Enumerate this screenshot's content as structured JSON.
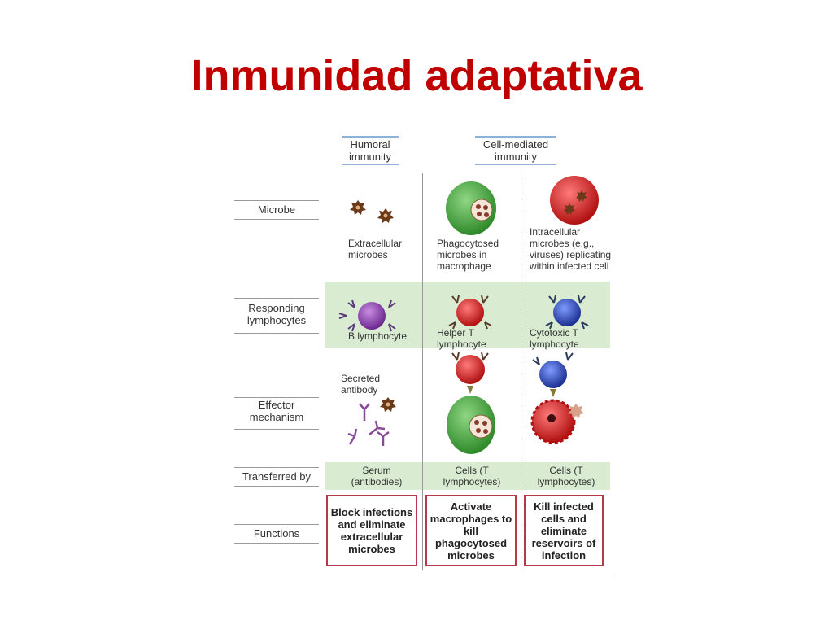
{
  "slide": {
    "title": "Inmunidad adaptativa"
  },
  "diagram": {
    "columns": {
      "humoral": "Humoral immunity",
      "cell_mediated": "Cell-mediated immunity"
    },
    "row_labels": {
      "microbe": "Microbe",
      "responding": "Responding lymphocytes",
      "effector": "Effector mechanism",
      "transferred": "Transferred by",
      "functions": "Functions"
    },
    "microbe": {
      "col1": "Extracellular microbes",
      "col2": "Phagocytosed microbes in macrophage",
      "col3": "Intracellular microbes (e.g., viruses) replicating within infected cell"
    },
    "lymphocytes": {
      "col1": "B lymphocyte",
      "col2": "Helper T lymphocyte",
      "col3": "Cytotoxic T lymphocyte"
    },
    "effector": {
      "col1": "Secreted antibody"
    },
    "transferred": {
      "col1": "Serum (antibodies)",
      "col2": "Cells (T lymphocytes)",
      "col3": "Cells (T lymphocytes)"
    },
    "functions": {
      "col1": "Block infections and eliminate extracellular microbes",
      "col2": "Activate macrophages to kill phagocytosed microbes",
      "col3": "Kill infected cells and eliminate reservoirs of infection"
    },
    "colors": {
      "title": "#c00000",
      "band": "#d9ecd2",
      "macrophage": "#3fa13a",
      "infected_cell": "#d62020",
      "b_cell": "#8e3fb0",
      "helper_t": "#d92b2b",
      "cytotoxic_t": "#2747b8",
      "function_border": "#b23a4a"
    }
  }
}
